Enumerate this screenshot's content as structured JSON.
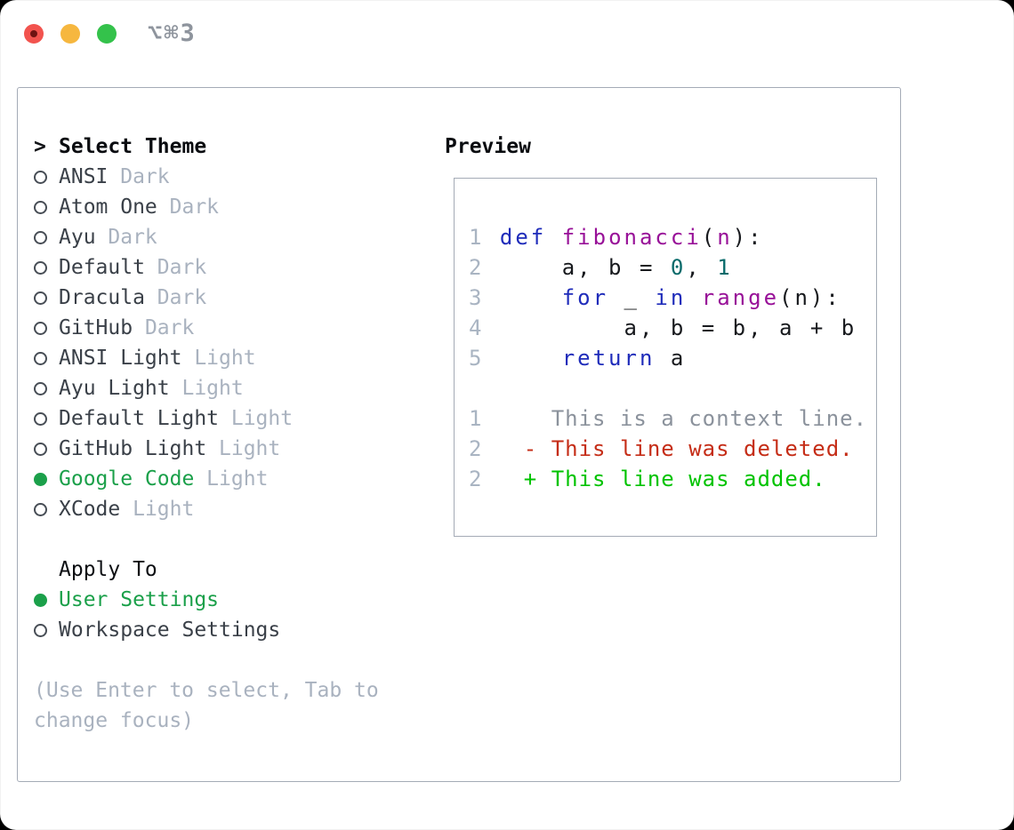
{
  "window": {
    "title": "⌥⌘3",
    "traffic_lights": [
      "close",
      "minimize",
      "zoom"
    ]
  },
  "theme_panel": {
    "header_arrow": ">",
    "header_label": "Select Theme",
    "themes": [
      {
        "name": "ANSI",
        "variant": "Dark",
        "selected": false
      },
      {
        "name": "Atom One",
        "variant": "Dark",
        "selected": false
      },
      {
        "name": "Ayu",
        "variant": "Dark",
        "selected": false
      },
      {
        "name": "Default",
        "variant": "Dark",
        "selected": false
      },
      {
        "name": "Dracula",
        "variant": "Dark",
        "selected": false
      },
      {
        "name": "GitHub",
        "variant": "Dark",
        "selected": false
      },
      {
        "name": "ANSI Light",
        "variant": "Light",
        "selected": false
      },
      {
        "name": "Ayu Light",
        "variant": "Light",
        "selected": false
      },
      {
        "name": "Default Light",
        "variant": "Light",
        "selected": false
      },
      {
        "name": "GitHub Light",
        "variant": "Light",
        "selected": false
      },
      {
        "name": "Google Code",
        "variant": "Light",
        "selected": true
      },
      {
        "name": "XCode",
        "variant": "Light",
        "selected": false
      }
    ],
    "apply_to_label": "Apply To",
    "apply_options": [
      {
        "name": "User Settings",
        "selected": true
      },
      {
        "name": "Workspace Settings",
        "selected": false
      }
    ],
    "hint_lines": [
      "(Use Enter to select, Tab to",
      "change focus)"
    ]
  },
  "preview": {
    "label": "Preview",
    "code_lines": [
      {
        "num": "1",
        "tokens": [
          {
            "t": "def",
            "c": "kw"
          },
          {
            "t": " ",
            "c": "pl"
          },
          {
            "t": "fibonacci",
            "c": "fn"
          },
          {
            "t": "(",
            "c": "pl"
          },
          {
            "t": "n",
            "c": "fn"
          },
          {
            "t": "):",
            "c": "pl"
          }
        ]
      },
      {
        "num": "2",
        "tokens": [
          {
            "t": "    a, b = ",
            "c": "pl"
          },
          {
            "t": "0",
            "c": "lit"
          },
          {
            "t": ", ",
            "c": "pl"
          },
          {
            "t": "1",
            "c": "lit"
          }
        ]
      },
      {
        "num": "3",
        "tokens": [
          {
            "t": "    ",
            "c": "pl"
          },
          {
            "t": "for",
            "c": "kw"
          },
          {
            "t": " _ ",
            "c": "pl"
          },
          {
            "t": "in",
            "c": "kw"
          },
          {
            "t": " ",
            "c": "pl"
          },
          {
            "t": "range",
            "c": "fn"
          },
          {
            "t": "(n):",
            "c": "pl"
          }
        ]
      },
      {
        "num": "4",
        "tokens": [
          {
            "t": "        a, b = b, a + b",
            "c": "pl"
          }
        ]
      },
      {
        "num": "5",
        "tokens": [
          {
            "t": "    ",
            "c": "pl"
          },
          {
            "t": "return",
            "c": "kw"
          },
          {
            "t": " a",
            "c": "pl"
          }
        ]
      }
    ],
    "diff_lines": [
      {
        "num": "1",
        "marker": " ",
        "text": "This is a context line.",
        "kind": "context"
      },
      {
        "num": "2",
        "marker": "-",
        "text": "This line was deleted.",
        "kind": "deleted"
      },
      {
        "num": "2",
        "marker": "+",
        "text": "This line was added.",
        "kind": "added"
      }
    ]
  },
  "colors": {
    "selected_green": "#1ba04a",
    "keyword": "#1f2cba",
    "function_name": "#981198",
    "literal": "#076a6a",
    "code_plain": "#17191d",
    "line_number": "#a9b4c2",
    "diff_context": "#8b929c",
    "diff_deleted": "#c52d17",
    "diff_added": "#00c300",
    "list_text": "#3a4048",
    "muted": "#a9b2bf",
    "border": "#a4abb6",
    "title_gray": "#8e949d",
    "traffic_red": "#f2534e",
    "traffic_red_dot": "#6f1312",
    "traffic_yellow": "#f6b73f",
    "traffic_green": "#34c24b"
  }
}
